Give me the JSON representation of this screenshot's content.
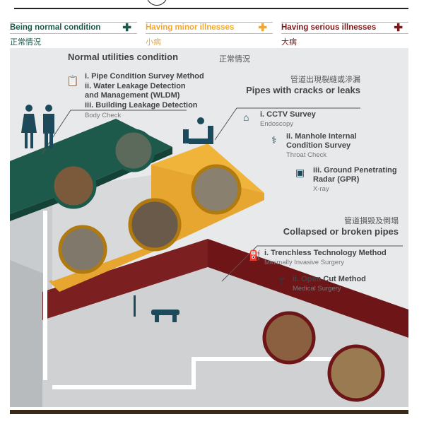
{
  "legend": [
    {
      "en": "Being normal condition",
      "zh": "正常情況",
      "color": "#1e5a4c"
    },
    {
      "en": "Having minor illnesses",
      "zh": "小病",
      "color": "#f0a830"
    },
    {
      "en": "Having serious illnesses",
      "zh": "大病",
      "color": "#7a1a1a"
    }
  ],
  "normal": {
    "title": "Normal utilities condition",
    "title_zh": "正常情況",
    "items": [
      "i. Pipe Condition Survey Method",
      "ii. Water Leakage Detection",
      "and Management (WLDM)",
      "iii. Building Leakage Detection"
    ],
    "note": "Body Check"
  },
  "cracks": {
    "title_zh": "管道出現裂縫或滲漏",
    "title": "Pipes with cracks or leaks",
    "items": [
      {
        "label": "i. CCTV Survey",
        "note": "Endoscopy"
      },
      {
        "label": "ii. Manhole Internal",
        "label2": "Condition Survey",
        "note": "Throat Check"
      },
      {
        "label": "iii. Ground Penetrating",
        "label2": "Radar (GPR)",
        "note": "X-ray"
      }
    ]
  },
  "collapsed": {
    "title_zh": "管道損毀及倒塌",
    "title": "Collapsed or broken pipes",
    "items": [
      {
        "label": "i. Trenchless Technology Method",
        "note": "Minimally Invasive Surgery"
      },
      {
        "label": "ii. Open Cut Method",
        "note": "Medical Surgery"
      }
    ]
  }
}
